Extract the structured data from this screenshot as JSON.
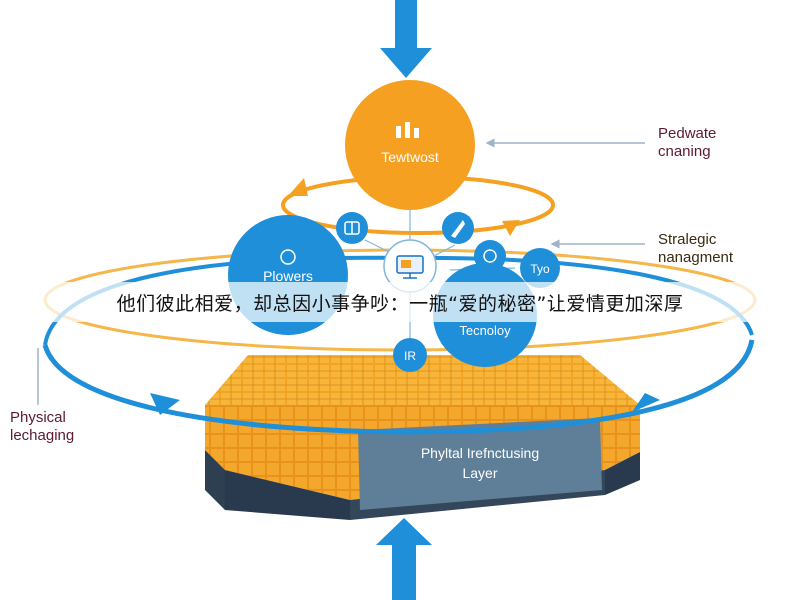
{
  "caption": "他们彼此相爱，却总因小事争吵：一瓶“爱的秘密”让爱情更加深厚",
  "nodes": {
    "top": "Tewtwost",
    "left": "Plowers",
    "right": "Tecnoloy",
    "small_right": "Tyo",
    "small_bottom": "IR"
  },
  "labels": {
    "top_right": "Pedwate\ncnaning",
    "mid_right": "Stralegic\nnanagment",
    "left": "Physical\nlechaging"
  },
  "platform_label": "Phyltal Irefnctusing\nLayer",
  "colors": {
    "orange": "#f5a020",
    "blue": "#1e8fd8",
    "light_blue": "#5ab5ea",
    "dark_blue": "#1572c8",
    "grid": "#f0a21e",
    "slate": "#5f7f98"
  },
  "icons": [
    "bars-icon",
    "dual-window-icon",
    "rocket-icon",
    "monitor-icon",
    "refresh-icon"
  ]
}
